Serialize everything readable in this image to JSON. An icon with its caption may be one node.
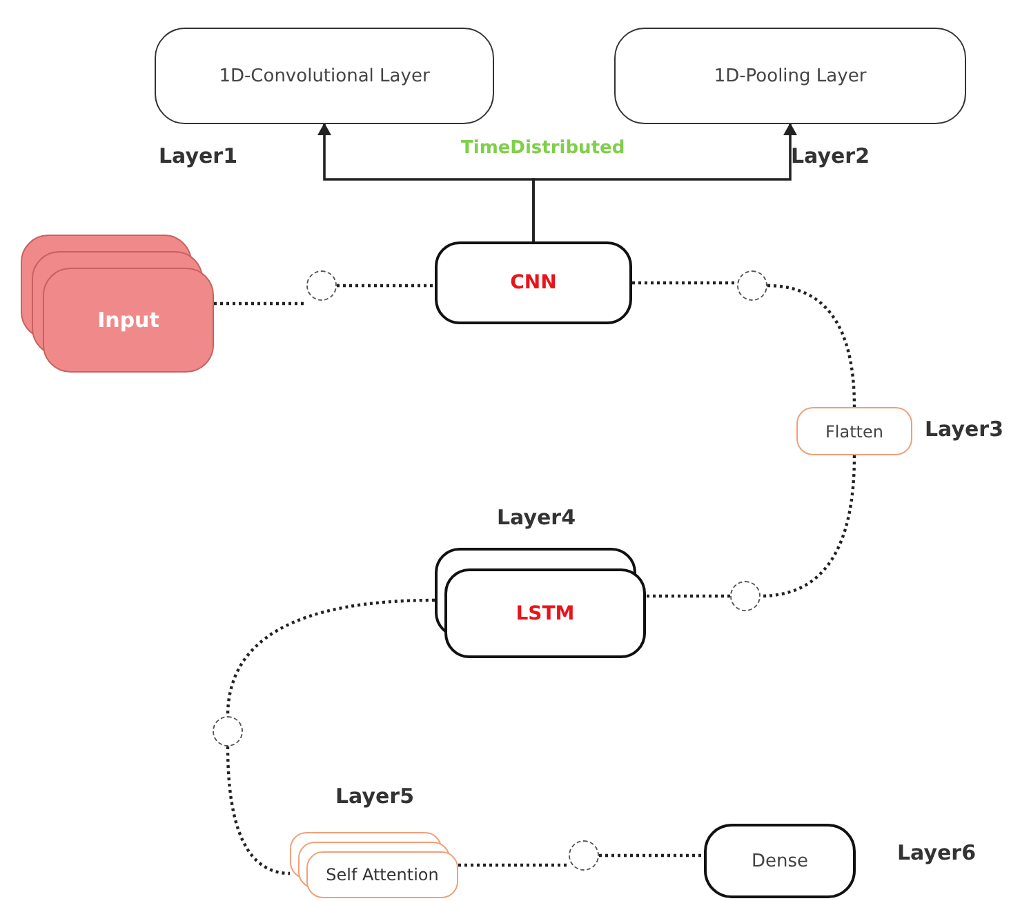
{
  "diagram": {
    "nodes": [
      {
        "text": [
          "1D-Convolutional Layer"
        ],
        "beside": [
          "Layer1"
        ]
      },
      {
        "text": [
          "1D-Pooling Layer"
        ],
        "beside": [
          "Layer2"
        ]
      },
      {
        "text": [
          "Input"
        ]
      },
      {
        "text": [],
        "shape": "circle"
      },
      {
        "text": [
          "CNN"
        ]
      },
      {
        "text": [],
        "shape": "circle"
      },
      {
        "text": [
          "Flatten"
        ],
        "beside": [
          "Layer3"
        ]
      },
      {
        "text": [],
        "shape": "circle"
      },
      {
        "text": [
          "LSTM"
        ],
        "beside": [
          "Layer4"
        ]
      },
      {
        "text": [],
        "shape": "circle"
      },
      {
        "text": [
          "Self Attention"
        ],
        "beside": [
          "Layer5"
        ]
      },
      {
        "text": [],
        "shape": "circle"
      },
      {
        "text": [
          "Dense"
        ],
        "beside": [
          "Layer6"
        ]
      }
    ],
    "edges": [
      {
        "from": 4,
        "to": 0,
        "arrow": "to"
      },
      {
        "from": 4,
        "to": 1,
        "arrow": "to"
      },
      {
        "from": 2,
        "to": 3,
        "arrow": "none",
        "style": "dashed"
      },
      {
        "from": 3,
        "to": 4,
        "arrow": "none",
        "style": "dashed"
      },
      {
        "from": 4,
        "to": 5,
        "arrow": "none",
        "style": "dashed"
      },
      {
        "from": 5,
        "to": 6,
        "arrow": "none",
        "style": "dashed"
      },
      {
        "from": 6,
        "to": 7,
        "arrow": "none",
        "style": "dashed"
      },
      {
        "from": 7,
        "to": 8,
        "arrow": "none",
        "style": "dashed"
      },
      {
        "from": 8,
        "to": 9,
        "arrow": "none",
        "style": "dashed"
      },
      {
        "from": 9,
        "to": 10,
        "arrow": "none",
        "style": "dashed"
      },
      {
        "from": 10,
        "to": 11,
        "arrow": "none",
        "style": "dashed"
      },
      {
        "from": 11,
        "to": 12,
        "arrow": "none",
        "style": "dashed"
      }
    ],
    "labels": [
      "TimeDistributed"
    ]
  }
}
